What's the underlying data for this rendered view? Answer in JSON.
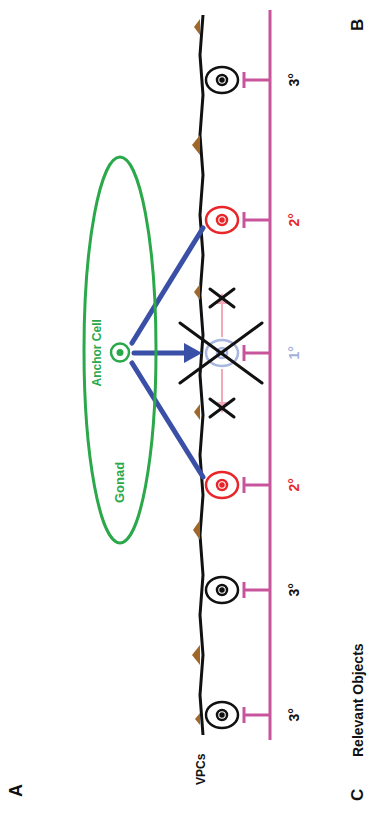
{
  "diagram": {
    "nodes": [
      {
        "text": [
          "Gonad"
        ]
      },
      {
        "text": [
          "Anchor Cell"
        ],
        "in": 0
      }
    ],
    "labels": [
      "A",
      "B",
      "VPCs",
      "3°",
      "3°",
      "2°",
      "1°",
      "2°",
      "3°",
      "C",
      "Relevant Objects"
    ]
  }
}
